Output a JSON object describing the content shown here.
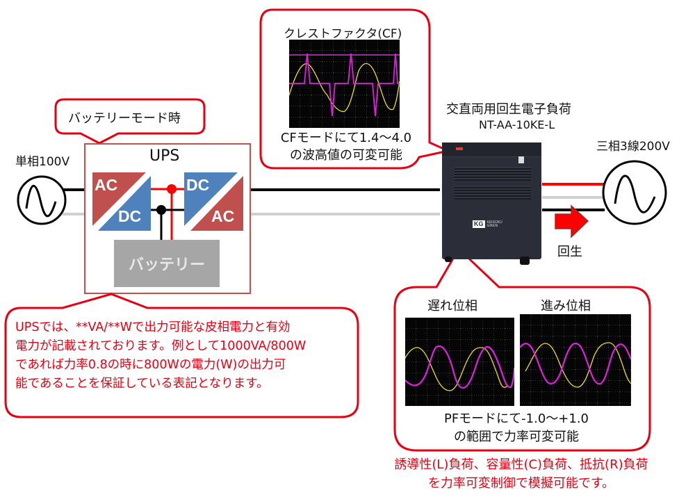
{
  "left_source": {
    "label": "単相100V",
    "icon": "ac-sine-source-icon"
  },
  "battery_mode_callout": {
    "text": "バッテリーモード時"
  },
  "ups": {
    "title": "UPS",
    "converter_left": {
      "top": "AC",
      "bottom": "DC"
    },
    "converter_right": {
      "top": "DC",
      "bottom": "AC"
    },
    "battery_label": "バッテリー",
    "colors": {
      "ac_block": "#c0504d",
      "dc_block": "#4f81bd",
      "border": "#c0504d",
      "battery": "#a6a6a6"
    }
  },
  "ups_note_callout": {
    "lines": [
      "UPSでは、**VA/**Wで出力可能な皮相電力と有効",
      "電力が記載されております。例として1000VA/800W",
      "であれば力率0.8の時に800Wの電力(W)の出力可",
      "能であることを保証している表記となります。"
    ]
  },
  "crest_factor_callout": {
    "title": "クレストファクタ(CF)",
    "scope_icon": "oscilloscope-crest-factor-waveform",
    "lines": [
      "CFモードにて1.4〜4.0",
      "の波高値の可変可能"
    ]
  },
  "load_device": {
    "title": "交直両用回生電子負荷",
    "model": "NT-AA-10KE-L",
    "brand_logo": "KG",
    "brand_name_lines": [
      "KEISOKU",
      "GIKEN"
    ]
  },
  "right_source": {
    "label": "三相3線200V",
    "icon": "ac-sine-source-icon"
  },
  "regeneration": {
    "label": "回生",
    "icon": "red-right-arrow-icon"
  },
  "power_factor_callout": {
    "lag_label": "遅れ位相",
    "lead_label": "進み位相",
    "lines": [
      "PFモードにて-1.0〜+1.0",
      "の範囲で力率可変可能"
    ]
  },
  "bottom_note": {
    "lines": [
      "誘導性(L)負荷、容量性(C)負荷、抵抗(R)負荷",
      "を力率可変制御で模擬可能です。"
    ]
  },
  "colors": {
    "callout_red": "#e60012",
    "line_black": "#000000",
    "line_red": "#ff0000",
    "line_gray": "#d0d0d0",
    "trace_yellow": "#f0e020",
    "trace_magenta": "#e020e0"
  }
}
